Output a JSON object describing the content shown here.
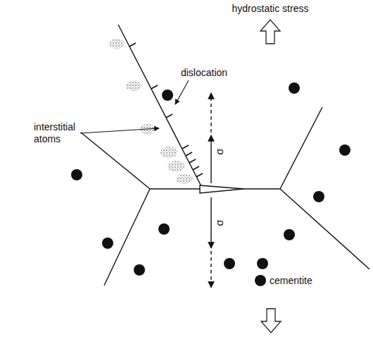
{
  "diagram": {
    "labels": [
      "hydrostatic stress",
      "dislocation",
      "interstitial atoms",
      "σ",
      "σ",
      "cementite"
    ]
  }
}
